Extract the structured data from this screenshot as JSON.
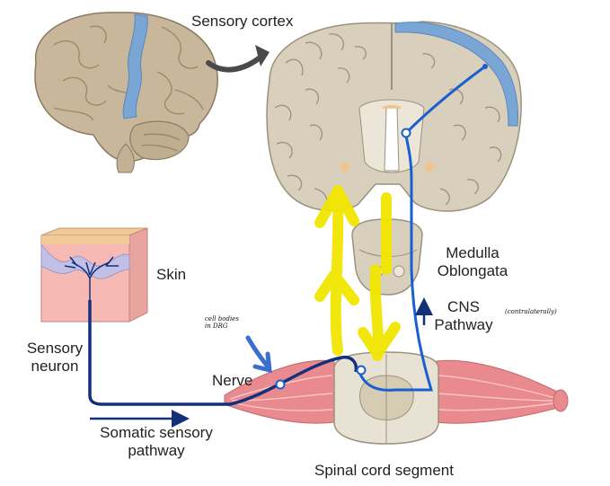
{
  "labels": {
    "sensory_cortex": "Sensory cortex",
    "skin": "Skin",
    "sensory_neuron_line1": "Sensory",
    "sensory_neuron_line2": "neuron",
    "nerve": "Nerve",
    "somatic_line1": "Somatic sensory",
    "somatic_line2": "pathway",
    "medulla_line1": "Medulla",
    "medulla_line2": "Oblongata",
    "cns_line1": "CNS",
    "cns_line2": "Pathway",
    "spinal_cord_segment": "Spinal cord segment"
  },
  "annotations": {
    "cell_bodies_line1": "cell bodies",
    "cell_bodies_line2": "in DRG",
    "contralaterally": "(contralaterally)"
  },
  "colors": {
    "pathway_blue": "#1a5fd0",
    "dark_blue_neuron": "#14307a",
    "cortex_highlight": "#7aa6d6",
    "annotation_yellow": "#f2e600",
    "annotation_arrow_blue": "#3a6fd0",
    "brain_tissue": "#d8cfbc",
    "skin_pink": "#f7b9b3",
    "muscle_red": "#e98b8e"
  },
  "icons": [
    "curved-arrow-icon",
    "up-arrow-icon",
    "right-arrow-icon"
  ]
}
